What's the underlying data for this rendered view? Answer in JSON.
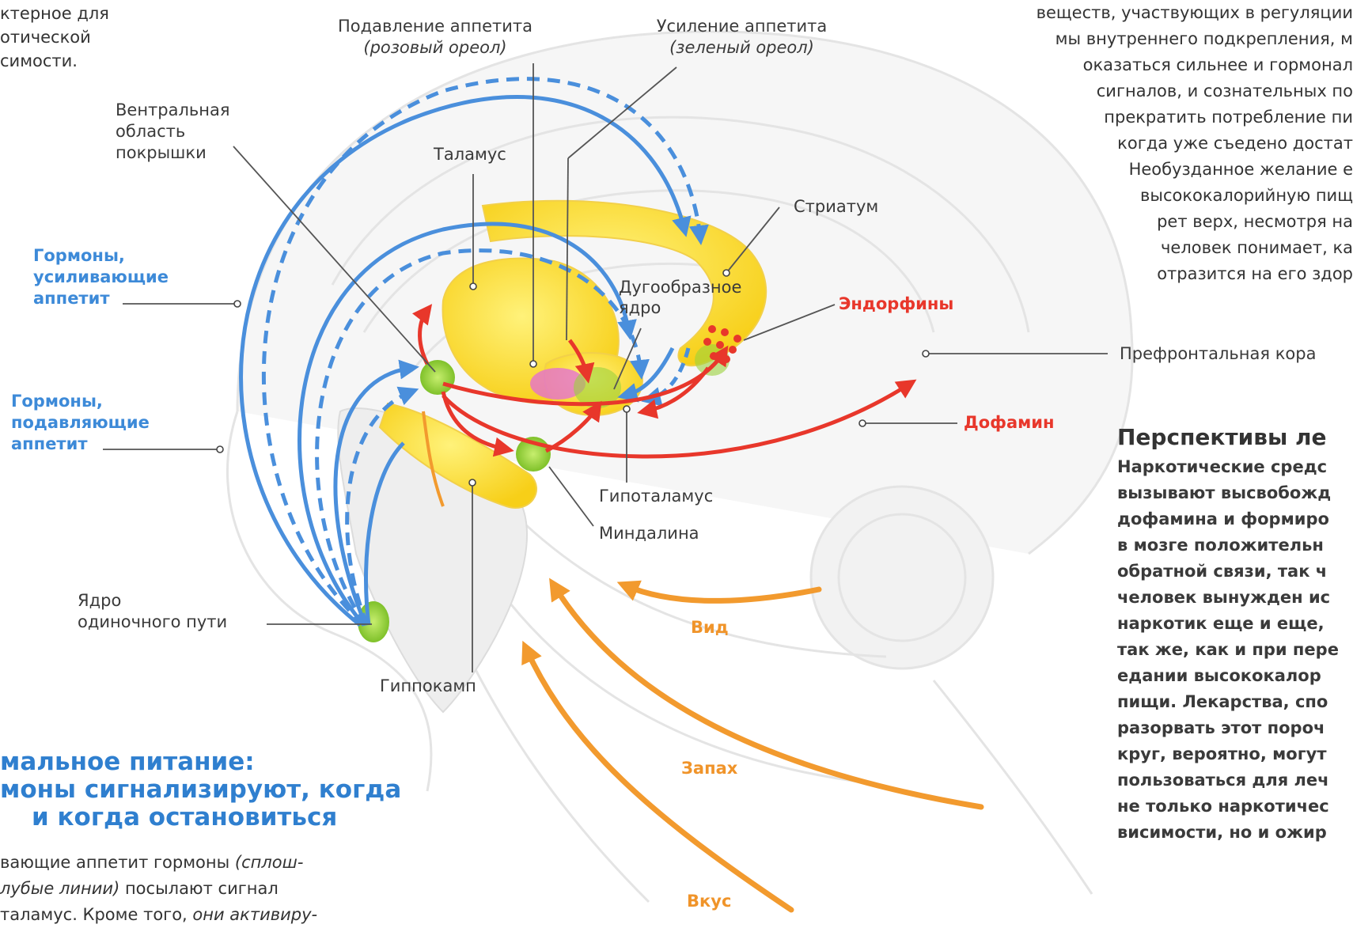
{
  "top_left_text": [
    "ктерное для",
    "отической",
    "симости."
  ],
  "top_right_text": [
    "веществ, участвующих в регуляции",
    "мы внутреннего подкрепления, м",
    "оказаться сильнее и гормонал",
    "сигналов, и сознательных по",
    "прекратить потребление пи",
    "когда уже съедено достат",
    "Необузданное желание е",
    "высококалорийную пищ",
    "рет верх, несмотря на",
    "человек понимает, ка",
    "отразится на его здор"
  ],
  "labels": {
    "appetite_suppression": "Подавление аппетита",
    "appetite_suppression_note": "(розовый ореол)",
    "appetite_enhancement": "Усиление аппетита",
    "appetite_enhancement_note": "(зеленый ореол)",
    "vta": [
      "Вентральная",
      "область",
      "покрышки"
    ],
    "thalamus": "Таламус",
    "striatum": "Стриатум",
    "arcuate_nucleus": [
      "Дугообразное",
      "ядро"
    ],
    "endorphins": "Эндорфины",
    "prefrontal_cortex": "Префронтальная кора",
    "dopamine": "Дофамин",
    "hypothalamus": "Гипоталамус",
    "amygdala": "Миндалина",
    "hippocampus": "Гиппокамп",
    "solitary_nucleus": [
      "Ядро",
      "одиночного пути"
    ],
    "hormones_enhancing": [
      "Гормоны,",
      "усиливающие",
      "аппетит"
    ],
    "hormones_suppressing": [
      "Гормоны,",
      "подавляющие",
      "аппетит"
    ],
    "sight": "Вид",
    "smell": "Запах",
    "taste": "Вкус"
  },
  "treatment": {
    "heading": "Перспективы ле",
    "lines": [
      "Наркотические средс",
      "вызывают высвобожд",
      "дофамина и формиро",
      "в мозге положительн",
      "обратной связи, так ч",
      "человек вынужден ис",
      "наркотик еще и еще,",
      "так же, как и при пере",
      "едании высококалор",
      "пищи. Лекарства, спо",
      "разорвать этот пороч",
      "круг, вероятно, могут",
      "пользоваться для леч",
      "не только наркотичес",
      "висимости, но и ожир"
    ]
  },
  "bottom_left": {
    "heading_lines": [
      "мальное питание:",
      "моны сигнализируют, когда",
      "и когда остановиться"
    ],
    "text_line1_a": "вающие аппетит гормоны ",
    "text_line1_b": "(сплош-",
    "text_line2_a": "лубые линии)",
    "text_line2_b": " посылают сигнал",
    "text_line3_a": "таламус. Кроме того, ",
    "text_line3_b": "они активиру-"
  },
  "colors": {
    "hormone_blue": "#4a8fdc",
    "dopamine_red": "#e8372b",
    "sense_orange": "#f29a2e",
    "structure_yellow": "#ffe14a",
    "node_green": "#9bd23c",
    "halo_pink": "#e36ad8"
  },
  "icons": {
    "pointer_dot": "small-circle-marker"
  }
}
